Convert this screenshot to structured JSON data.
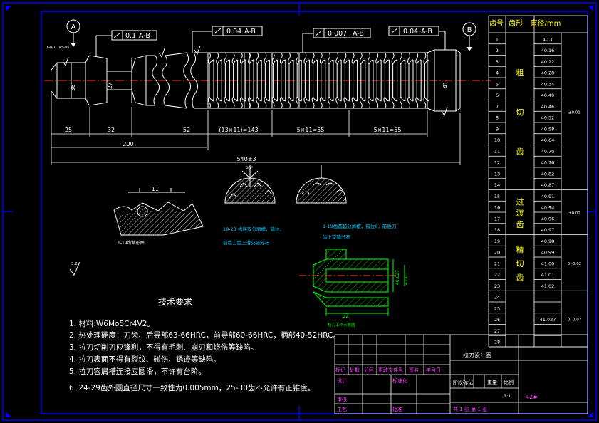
{
  "drawing_title": "拉刀设计图",
  "scale": "1:1",
  "datums": {
    "a": "A",
    "b": "B"
  },
  "tolerances": [
    {
      "value": "0.1",
      "datum": "A-B"
    },
    {
      "value": "0.04",
      "datum": "A-B"
    },
    {
      "value": "0.007",
      "datum": "A-B"
    },
    {
      "value": "0.04",
      "datum": "A-B"
    }
  ],
  "dimensions": {
    "d1": "25",
    "d2": "32",
    "d3": "52",
    "d4": "(13×11)=143",
    "d5": "5×11=55",
    "d6": "5×11=55",
    "d7": "200",
    "d8": "540±3",
    "d9": "11",
    "d10": "52",
    "dia_left": "36",
    "dia_neck": "27",
    "dia_right": "41",
    "dia_hole": "40.027",
    "dia_hole2": "41.0",
    "roughness": "3.2",
    "angle": "90°"
  },
  "notes": {
    "note1": "1-19齿截形图",
    "note2": "18-23   齿底双分屑槽，错位，",
    "note3": "前后刀齿上滑交错分布",
    "note4": "1-19齿圆弧分屑槽，错位8，前后刀",
    "note5": "齿上交错分布",
    "note6": "拉刀工作示意图"
  },
  "tech_title": "技术要求",
  "tech_items": [
    "1. 材料:W6Mo5Cr4V2。",
    "2. 热处理硬度：刀齿、后导部63-66HRC，前导部60-66HRC，柄部40-52HRC。",
    "3. 拉刀切削刃应锋利，不得有毛刺、崩刃和烧伤等缺陷。",
    "4. 拉刀表面不得有裂纹、碰伤、锈迹等缺陷。",
    "5. 拉刀容屑槽连接应圆滑，不许有台阶。",
    "6. 24-29齿外圆直径尺寸一致性为0.005mm，25-30齿不允许有正锥度。"
  ],
  "tooth_table": {
    "headers": [
      "齿号",
      "齿形",
      "直径/mm"
    ],
    "rows": [
      [
        "1",
        "40.1"
      ],
      [
        "2",
        "40.16"
      ],
      [
        "3",
        "40.22"
      ],
      [
        "4",
        "40.28"
      ],
      [
        "5",
        "40.34"
      ],
      [
        "6",
        "40.40"
      ],
      [
        "7",
        "40.46"
      ],
      [
        "8",
        "40.52"
      ],
      [
        "9",
        "40.58"
      ],
      [
        "10",
        "40.64"
      ],
      [
        "11",
        "40.70"
      ],
      [
        "12",
        "40.76"
      ],
      [
        "13",
        "40.82"
      ],
      [
        "14",
        "40.87"
      ],
      [
        "15",
        "40.91"
      ],
      [
        "16",
        "40.94"
      ],
      [
        "17",
        "40.96"
      ],
      [
        "18",
        "40.97"
      ],
      [
        "19",
        "40.98"
      ],
      [
        "20",
        "40.99"
      ],
      [
        "21",
        "41.00"
      ],
      [
        "22",
        "41.01"
      ],
      [
        "23",
        "41.02"
      ],
      [
        "24",
        ""
      ],
      [
        "25",
        ""
      ],
      [
        "26",
        "41.027"
      ],
      [
        "27",
        ""
      ],
      [
        "28",
        ""
      ]
    ],
    "groups": [
      {
        "chars": [
          "粗",
          "切",
          "齿"
        ],
        "tol": "±0.01"
      },
      {
        "chars": [
          "过",
          "渡",
          "齿"
        ],
        "tol": "±0.01"
      },
      {
        "chars": [
          "精",
          "切",
          "齿"
        ],
        "tol": "0 -0.02"
      },
      {
        "chars": [],
        "tol": "0 -0.07"
      }
    ]
  },
  "title_block": {
    "row_labels": [
      "标记",
      "处数",
      "分区",
      "更改文件号",
      "签名",
      "年月日"
    ],
    "design": "设计",
    "std": "标准化",
    "review": "审核",
    "process": "工艺",
    "approve": "批准",
    "stage": "阶段标记",
    "weight": "重量",
    "ratio": "比例",
    "sheets": "共 1 张 第 1 张",
    "code": "42#"
  }
}
